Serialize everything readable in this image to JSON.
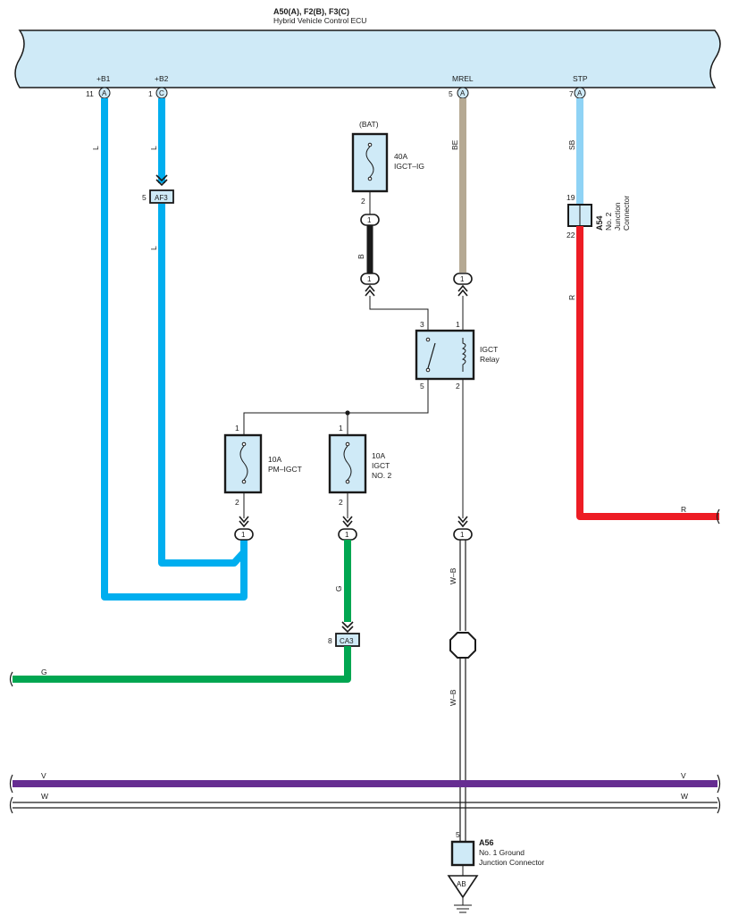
{
  "ecu": {
    "connector_title": "A50(A), F2(B), F3(C)",
    "name": "Hybrid Vehicle Control ECU",
    "terminals": [
      {
        "signal": "+B1",
        "pin": "11",
        "conn": "A"
      },
      {
        "signal": "+B2",
        "pin": "1",
        "conn": "C"
      },
      {
        "signal": "MREL",
        "pin": "5",
        "conn": "A"
      },
      {
        "signal": "STP",
        "pin": "7",
        "conn": "A"
      }
    ]
  },
  "wires": {
    "b1_color": "L",
    "b2_color_top": "L",
    "b2_color_bottom": "L",
    "mrel_color": "BE",
    "stp_color": "SB",
    "r_vertical": "R",
    "r_horizontal": "R",
    "bat_link": "B",
    "g_vertical": "G",
    "g_horizontal": "G",
    "wb_upper": "W–B",
    "wb_lower": "W–B",
    "v_left": "V",
    "v_right": "V",
    "w_left": "W",
    "w_right": "W"
  },
  "colors": {
    "L": "#00aeef",
    "BE": "#b5a993",
    "SB": "#8fd3f5",
    "R": "#ed1c24",
    "B": "#1a1a1a",
    "G": "#00a651",
    "V": "#662d91",
    "W": "#ffffff",
    "ecu_fill": "#cfeaf7",
    "component_fill": "#cfeaf7"
  },
  "connectors": {
    "af3": {
      "label": "AF3",
      "pin": "5"
    },
    "ca3": {
      "label": "CA3",
      "pin": "8"
    }
  },
  "fuse_40a": {
    "source": "(BAT)",
    "rating": "40A",
    "name": "IGCT–IG",
    "pin_out": "2"
  },
  "fuse_pm": {
    "rating": "10A",
    "name": "PM–IGCT",
    "pin_in": "1",
    "pin_out": "2"
  },
  "fuse_no2": {
    "rating": "10A",
    "line1": "IGCT",
    "line2": "NO. 2",
    "pin_in": "1",
    "pin_out": "2"
  },
  "relay": {
    "line1": "IGCT",
    "line2": "Relay",
    "pin3": "3",
    "pin1": "1",
    "pin5": "5",
    "pin2": "2"
  },
  "junction_a54": {
    "code": "A54",
    "line1": "No. 2",
    "line2": "Junction",
    "line3": "Connector",
    "pin_in": "19",
    "pin_out": "22"
  },
  "junction_a56": {
    "code": "A56",
    "line1": "No. 1 Ground",
    "line2": "Junction Connector",
    "pin": "5"
  },
  "ground": {
    "label": "AB"
  },
  "circle_pins": {
    "bat_top": "1",
    "bat_bottom": "1",
    "mrel_lower": "1",
    "pm_out": "1",
    "no2_out": "1",
    "relay2_out": "1"
  }
}
